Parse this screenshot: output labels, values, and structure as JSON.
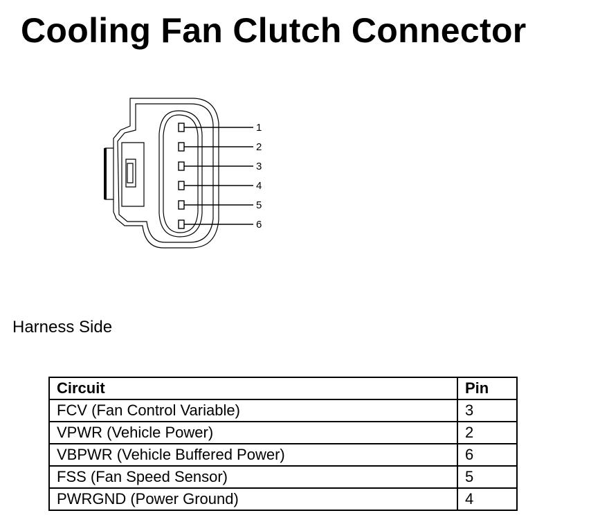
{
  "title": "Cooling Fan Clutch Connector",
  "connector": {
    "pin_labels": [
      "1",
      "2",
      "3",
      "4",
      "5",
      "6"
    ]
  },
  "subtitle": "Harness Side",
  "table": {
    "headers": [
      "Circuit",
      "Pin"
    ],
    "rows": [
      {
        "circuit": "FCV (Fan Control Variable)",
        "pin": "3"
      },
      {
        "circuit": "VPWR (Vehicle Power)",
        "pin": "2"
      },
      {
        "circuit": "VBPWR (Vehicle Buffered Power)",
        "pin": "6"
      },
      {
        "circuit": "FSS (Fan Speed Sensor)",
        "pin": "5"
      },
      {
        "circuit": "PWRGND (Power Ground)",
        "pin": "4"
      }
    ]
  }
}
